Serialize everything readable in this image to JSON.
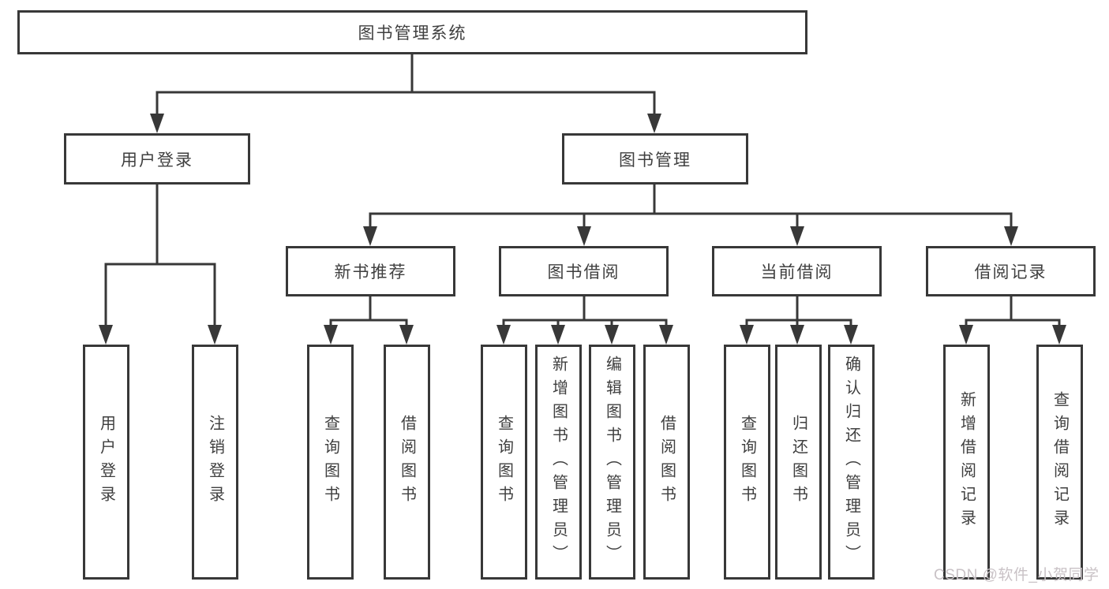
{
  "diagram": {
    "root": {
      "label": "图书管理系统"
    },
    "branches": [
      {
        "label": "用户登录",
        "children": [
          {
            "label": "用户登录"
          },
          {
            "label": "注销登录"
          }
        ]
      },
      {
        "label": "图书管理",
        "children": [
          {
            "label": "新书推荐",
            "children": [
              {
                "label": "查询图书"
              },
              {
                "label": "借阅图书"
              }
            ]
          },
          {
            "label": "图书借阅",
            "children": [
              {
                "label": "查询图书"
              },
              {
                "label": "新增图书（管理员）"
              },
              {
                "label": "编辑图书（管理员）"
              },
              {
                "label": "借阅图书"
              }
            ]
          },
          {
            "label": "当前借阅",
            "children": [
              {
                "label": "查询图书"
              },
              {
                "label": "归还图书"
              },
              {
                "label": "确认归还（管理员）"
              }
            ]
          },
          {
            "label": "借阅记录",
            "children": [
              {
                "label": "新增借阅记录"
              },
              {
                "label": "查询借阅记录"
              }
            ]
          }
        ]
      }
    ]
  },
  "watermark": {
    "text": "CSDN @软件_小贺同学"
  },
  "colors": {
    "line": "#383838",
    "box_border": "#383838",
    "text": "#3f3f3f",
    "watermark": "#c9c2c6",
    "background": "#ffffff"
  }
}
